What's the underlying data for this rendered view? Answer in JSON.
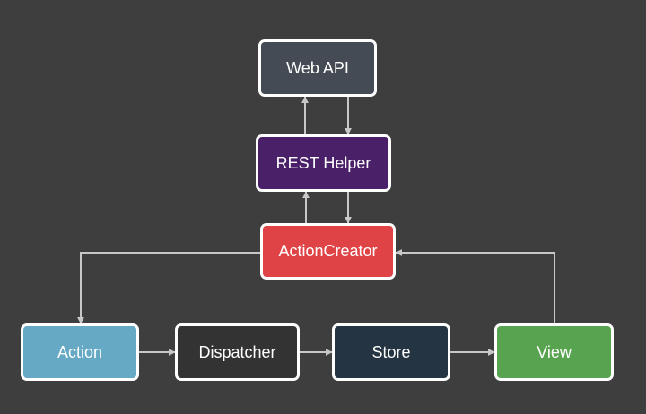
{
  "diagram": {
    "nodes": {
      "web_api": {
        "label": "Web API",
        "color": "#454b54"
      },
      "rest_helper": {
        "label": "REST Helper",
        "color": "#4a2168"
      },
      "action_creator": {
        "label": "ActionCreator",
        "color": "#e04346"
      },
      "action": {
        "label": "Action",
        "color": "#66a9c4"
      },
      "dispatcher": {
        "label": "Dispatcher",
        "color": "#333333"
      },
      "store": {
        "label": "Store",
        "color": "#243443"
      },
      "view": {
        "label": "View",
        "color": "#58a34f"
      }
    },
    "edges": [
      {
        "from": "rest_helper",
        "to": "web_api"
      },
      {
        "from": "web_api",
        "to": "rest_helper"
      },
      {
        "from": "action_creator",
        "to": "rest_helper"
      },
      {
        "from": "rest_helper",
        "to": "action_creator"
      },
      {
        "from": "action_creator",
        "to": "action"
      },
      {
        "from": "action",
        "to": "dispatcher"
      },
      {
        "from": "dispatcher",
        "to": "store"
      },
      {
        "from": "store",
        "to": "view"
      },
      {
        "from": "view",
        "to": "action_creator"
      }
    ],
    "connector_color": "#c8c8c8",
    "border_color": "#ffffff"
  }
}
